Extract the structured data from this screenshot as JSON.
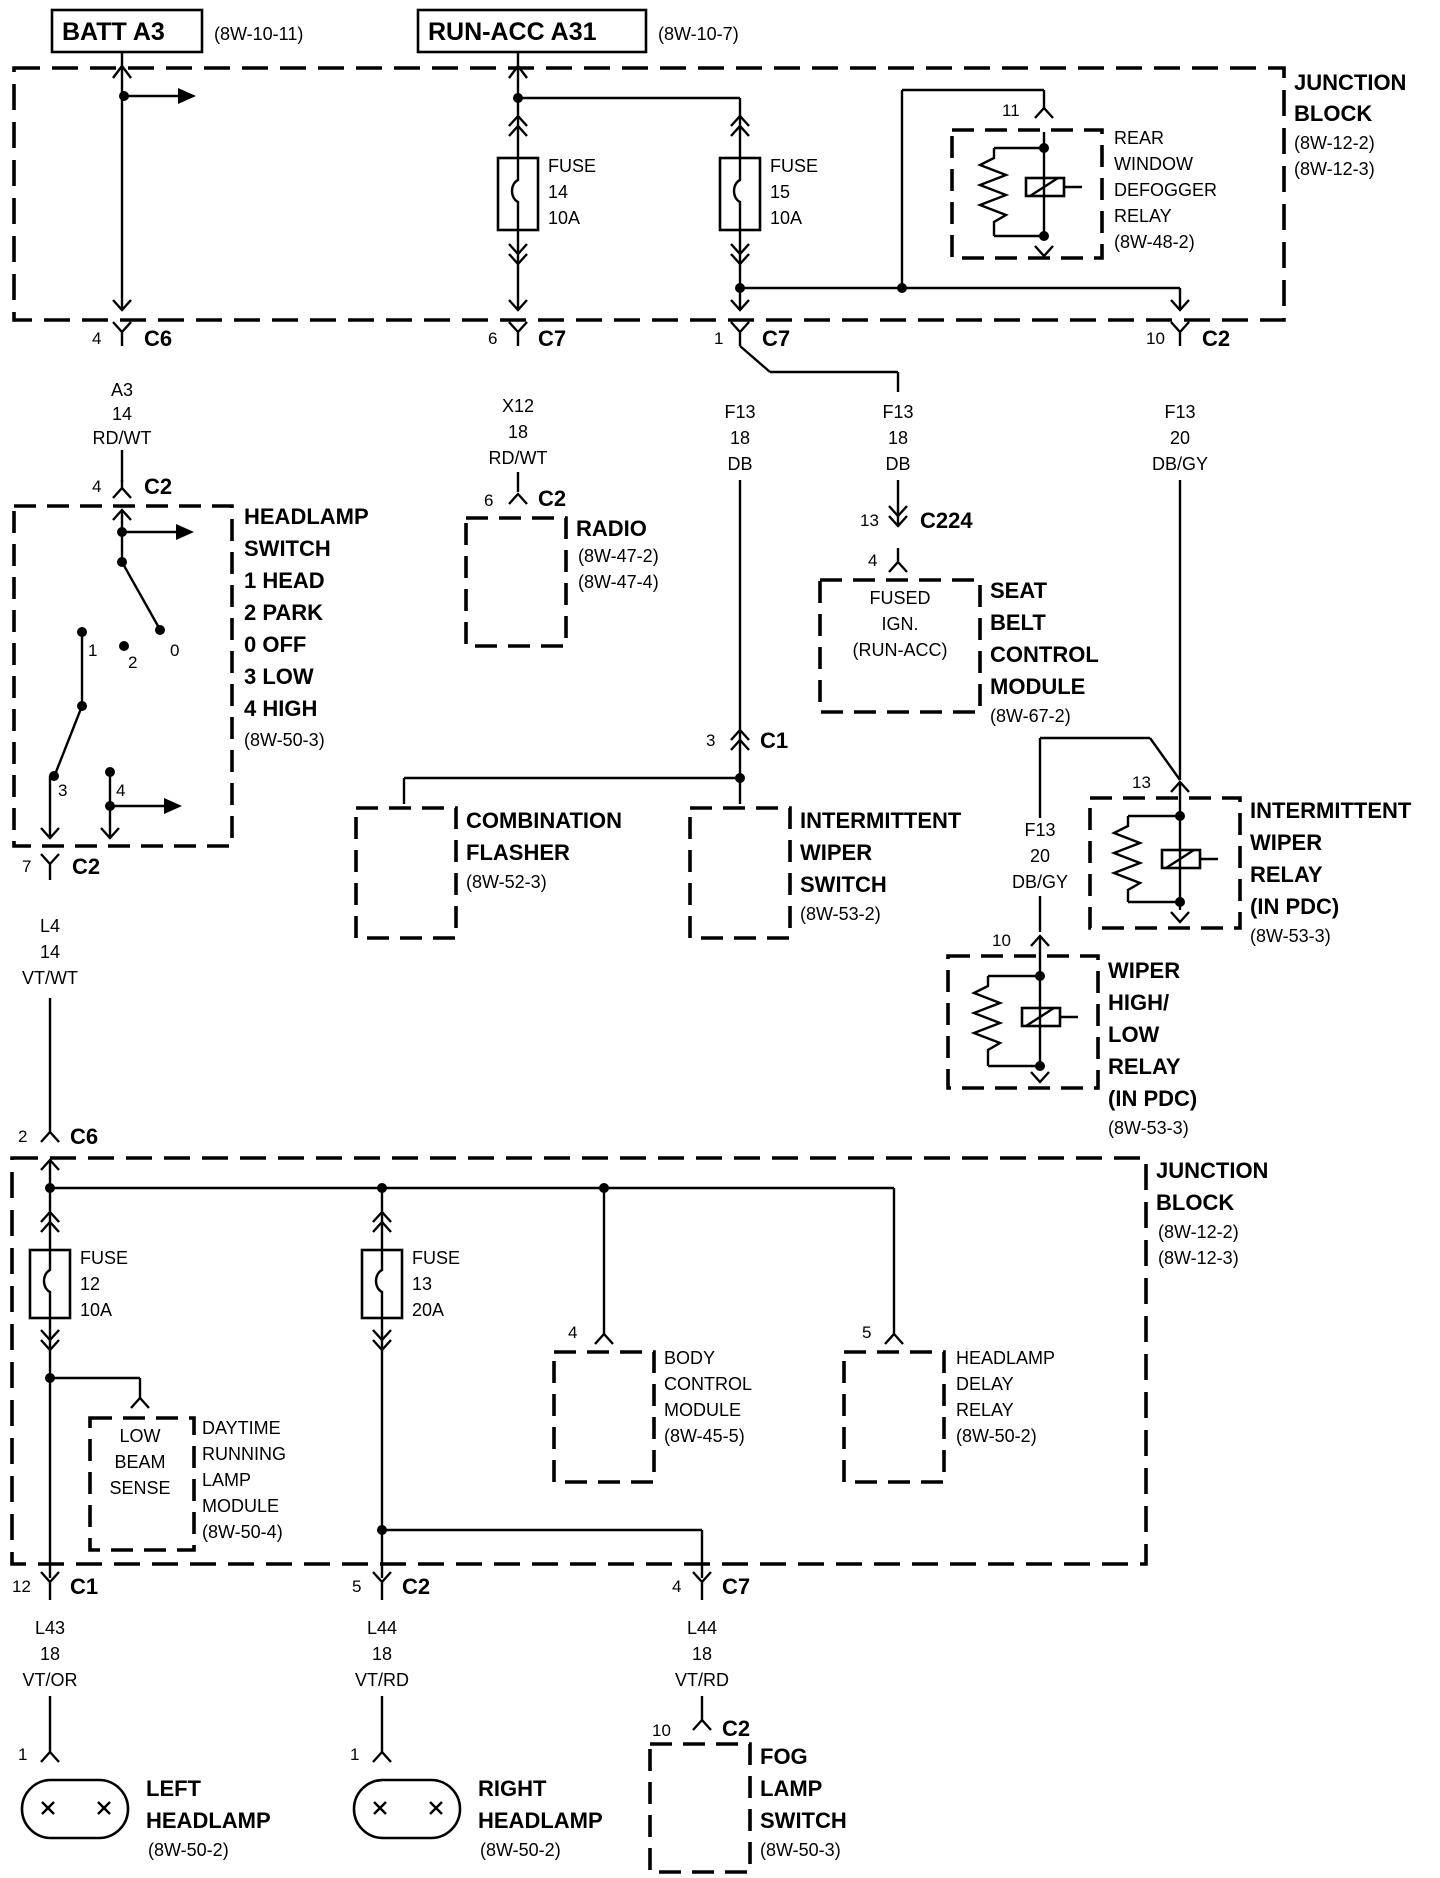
{
  "power": {
    "batt": {
      "name": "BATT A3",
      "ref": "(8W-10-11)"
    },
    "run_acc": {
      "name": "RUN-ACC A31",
      "ref": "(8W-10-7)"
    }
  },
  "junction_block_top": {
    "lines": [
      "JUNCTION",
      "BLOCK"
    ],
    "refs": [
      "(8W-12-2)",
      "(8W-12-3)"
    ]
  },
  "junction_block_bottom": {
    "lines": [
      "JUNCTION",
      "BLOCK"
    ],
    "refs": [
      "(8W-12-2)",
      "(8W-12-3)"
    ]
  },
  "fuses": {
    "f14": [
      "FUSE",
      "14",
      "10A"
    ],
    "f15": [
      "FUSE",
      "15",
      "10A"
    ],
    "f12": [
      "FUSE",
      "12",
      "10A"
    ],
    "f13": [
      "FUSE",
      "13",
      "20A"
    ]
  },
  "rear_defogger": {
    "pin": "11",
    "lines": [
      "REAR",
      "WINDOW",
      "DEFOGGER",
      "RELAY"
    ],
    "ref": "(8W-48-2)"
  },
  "connectors_top": [
    {
      "pin": "4",
      "name": "C6"
    },
    {
      "pin": "6",
      "name": "C7"
    },
    {
      "pin": "1",
      "name": "C7"
    },
    {
      "pin": "10",
      "name": "C2"
    }
  ],
  "wires": {
    "a3": [
      "A3",
      "14",
      "RD/WT"
    ],
    "x12": [
      "X12",
      "18",
      "RD/WT"
    ],
    "f13a": [
      "F13",
      "18",
      "DB"
    ],
    "f13b": [
      "F13",
      "18",
      "DB"
    ],
    "f13c": [
      "F13",
      "20",
      "DB/GY"
    ],
    "f13d": [
      "F13",
      "20",
      "DB/GY"
    ],
    "l4": [
      "L4",
      "14",
      "VT/WT"
    ],
    "l43": [
      "L43",
      "18",
      "VT/OR"
    ],
    "l44a": [
      "L44",
      "18",
      "VT/RD"
    ],
    "l44b": [
      "L44",
      "18",
      "VT/RD"
    ]
  },
  "headlamp_switch": {
    "conn_in": {
      "pin": "4",
      "name": "C2"
    },
    "conn_out": {
      "pin": "7",
      "name": "C2"
    },
    "lines": [
      "HEADLAMP",
      "SWITCH",
      "1 HEAD",
      "2 PARK",
      "0 OFF",
      "3 LOW",
      "4 HIGH"
    ],
    "ref": "(8W-50-3)",
    "positions": [
      "1",
      "2",
      "0",
      "3",
      "4"
    ]
  },
  "radio": {
    "pin": "6",
    "conn": "C2",
    "name": "RADIO",
    "refs": [
      "(8W-47-2)",
      "(8W-47-4)"
    ]
  },
  "seat_belt": {
    "c224": {
      "pin": "13",
      "name": "C224"
    },
    "pin": "4",
    "inner": [
      "FUSED",
      "IGN.",
      "(RUN-ACC)"
    ],
    "lines": [
      "SEAT",
      "BELT",
      "CONTROL",
      "MODULE"
    ],
    "ref": "(8W-67-2)"
  },
  "c1_mid": {
    "pin": "3",
    "name": "C1"
  },
  "combination_flasher": {
    "lines": [
      "COMBINATION",
      "FLASHER"
    ],
    "ref": "(8W-52-3)"
  },
  "intermittent_wiper_switch": {
    "lines": [
      "INTERMITTENT",
      "WIPER",
      "SWITCH"
    ],
    "ref": "(8W-53-2)"
  },
  "intermittent_wiper_relay": {
    "pin": "13",
    "lines": [
      "INTERMITTENT",
      "WIPER",
      "RELAY",
      "(IN PDC)"
    ],
    "ref": "(8W-53-3)"
  },
  "wiper_high_low_relay": {
    "pin": "10",
    "lines": [
      "WIPER",
      "HIGH/",
      "LOW",
      "RELAY",
      "(IN PDC)"
    ],
    "ref": "(8W-53-3)"
  },
  "c6_mid": {
    "pin": "2",
    "name": "C6"
  },
  "body_control_module": {
    "pin": "4",
    "lines": [
      "BODY",
      "CONTROL",
      "MODULE"
    ],
    "ref": "(8W-45-5)"
  },
  "headlamp_delay_relay": {
    "pin": "5",
    "lines": [
      "HEADLAMP",
      "DELAY",
      "RELAY"
    ],
    "ref": "(8W-50-2)"
  },
  "drl_module": {
    "inner": [
      "LOW",
      "BEAM",
      "SENSE"
    ],
    "lines": [
      "DAYTIME",
      "RUNNING",
      "LAMP",
      "MODULE"
    ],
    "ref": "(8W-50-4)"
  },
  "connectors_bottom": [
    {
      "pin": "12",
      "name": "C1"
    },
    {
      "pin": "5",
      "name": "C2"
    },
    {
      "pin": "4",
      "name": "C7"
    }
  ],
  "left_headlamp": {
    "pin": "1",
    "lines": [
      "LEFT",
      "HEADLAMP"
    ],
    "ref": "(8W-50-2)"
  },
  "right_headlamp": {
    "pin": "1",
    "lines": [
      "RIGHT",
      "HEADLAMP"
    ],
    "ref": "(8W-50-2)"
  },
  "fog_lamp_switch": {
    "pin": "10",
    "conn": "C2",
    "lines": [
      "FOG",
      "LAMP",
      "SWITCH"
    ],
    "ref": "(8W-50-3)"
  }
}
